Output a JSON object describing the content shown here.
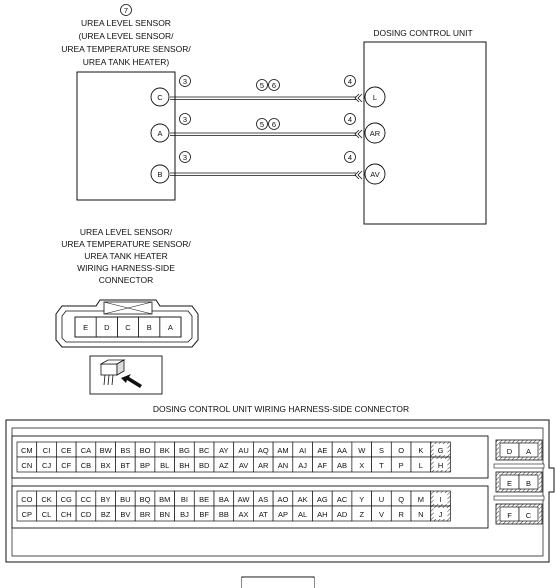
{
  "sensor": {
    "ref": "7",
    "title_lines": [
      "UREA LEVEL SENSOR",
      "(UREA LEVEL SENSOR/",
      "UREA TEMPERATURE SENSOR/",
      "UREA TANK HEATER)"
    ],
    "pins": [
      "C",
      "A",
      "B"
    ]
  },
  "dcu": {
    "title": "DOSING CONTROL UNIT",
    "pins": [
      "L",
      "AR",
      "AV"
    ]
  },
  "wires": [
    {
      "left": "3",
      "mid": [
        "5",
        "6"
      ],
      "right": "4"
    },
    {
      "left": "3",
      "mid": [
        "5",
        "6"
      ],
      "right": "4"
    },
    {
      "left": "3",
      "mid": [],
      "right": "4"
    }
  ],
  "sensor_connector": {
    "title_lines": [
      "UREA LEVEL SENSOR/",
      "UREA TEMPERATURE SENSOR/",
      "UREA TANK HEATER",
      "WIRING HARNESS-SIDE",
      "CONNECTOR"
    ],
    "pins": [
      "E",
      "D",
      "C",
      "B",
      "A"
    ]
  },
  "dcu_connector": {
    "title": "DOSING CONTROL UNIT WIRING HARNESS-SIDE CONNECTOR",
    "upper_rows": [
      [
        "CM",
        "CI",
        "CE",
        "CA",
        "BW",
        "BS",
        "BO",
        "BK",
        "BG",
        "BC",
        "AY",
        "AU",
        "AQ",
        "AM",
        "AI",
        "AE",
        "AA",
        "W",
        "S",
        "O",
        "K",
        "G"
      ],
      [
        "CN",
        "CJ",
        "CF",
        "CB",
        "BX",
        "BT",
        "BP",
        "BL",
        "BH",
        "BD",
        "AZ",
        "AV",
        "AR",
        "AN",
        "AJ",
        "AF",
        "AB",
        "X",
        "T",
        "P",
        "L",
        "H"
      ]
    ],
    "lower_rows": [
      [
        "CO",
        "CK",
        "CG",
        "CC",
        "BY",
        "BU",
        "BQ",
        "BM",
        "BI",
        "BE",
        "BA",
        "AW",
        "AS",
        "AO",
        "AK",
        "AG",
        "AC",
        "Y",
        "U",
        "Q",
        "M",
        "I"
      ],
      [
        "CP",
        "CL",
        "CH",
        "CD",
        "BZ",
        "BV",
        "BR",
        "BN",
        "BJ",
        "BF",
        "BB",
        "AX",
        "AT",
        "AP",
        "AL",
        "AH",
        "AD",
        "Z",
        "V",
        "R",
        "N",
        "J"
      ]
    ],
    "side_rows": [
      [
        "D",
        "A"
      ],
      [
        "E",
        "B"
      ],
      [
        "F",
        "C"
      ]
    ]
  }
}
